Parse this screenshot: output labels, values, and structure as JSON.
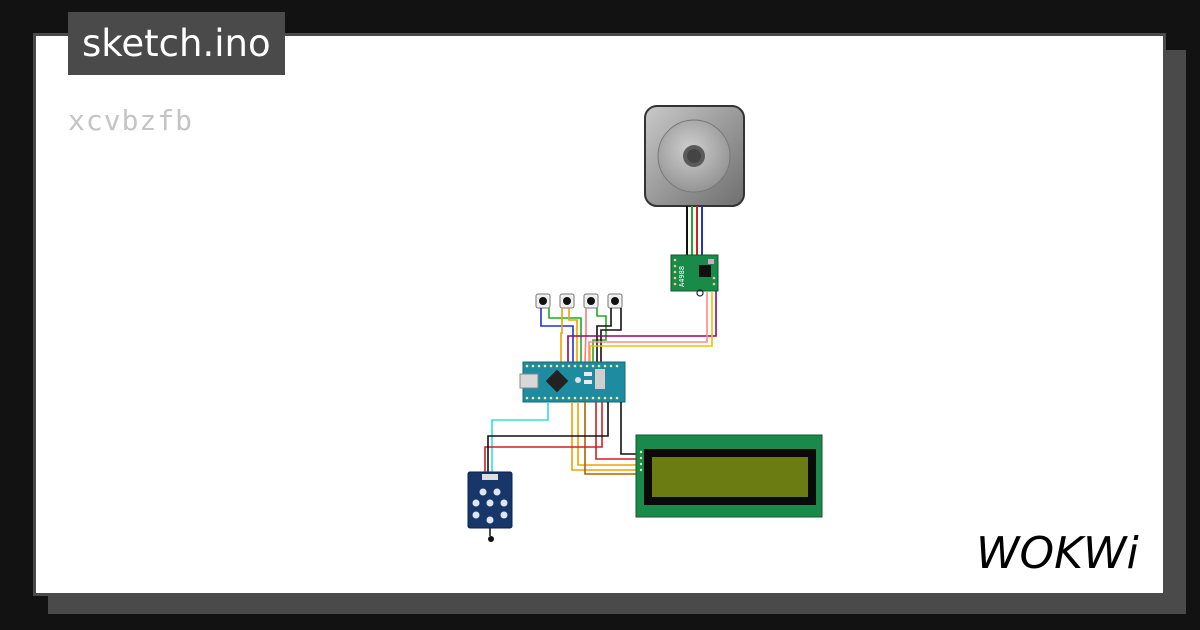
{
  "project": {
    "title": "sketch.ino",
    "description": "xcvbzfb"
  },
  "brand": {
    "name": "WOKWi"
  },
  "components": {
    "stepper_motor": "stepper-motor",
    "driver_label": "A4988",
    "buttons_count": 4,
    "mcu": "arduino-nano",
    "lcd": "lcd-16x2",
    "sensor": "ir-receiver-module"
  },
  "colors": {
    "background": "#121212",
    "frame": "#4a4a4a",
    "card": "#ffffff",
    "nano_board": "#1d8ca0",
    "driver_board": "#1a8a4a",
    "lcd_pcb": "#1a8a4a",
    "lcd_screen": "#6b7d12",
    "sensor_board": "#17376b"
  }
}
